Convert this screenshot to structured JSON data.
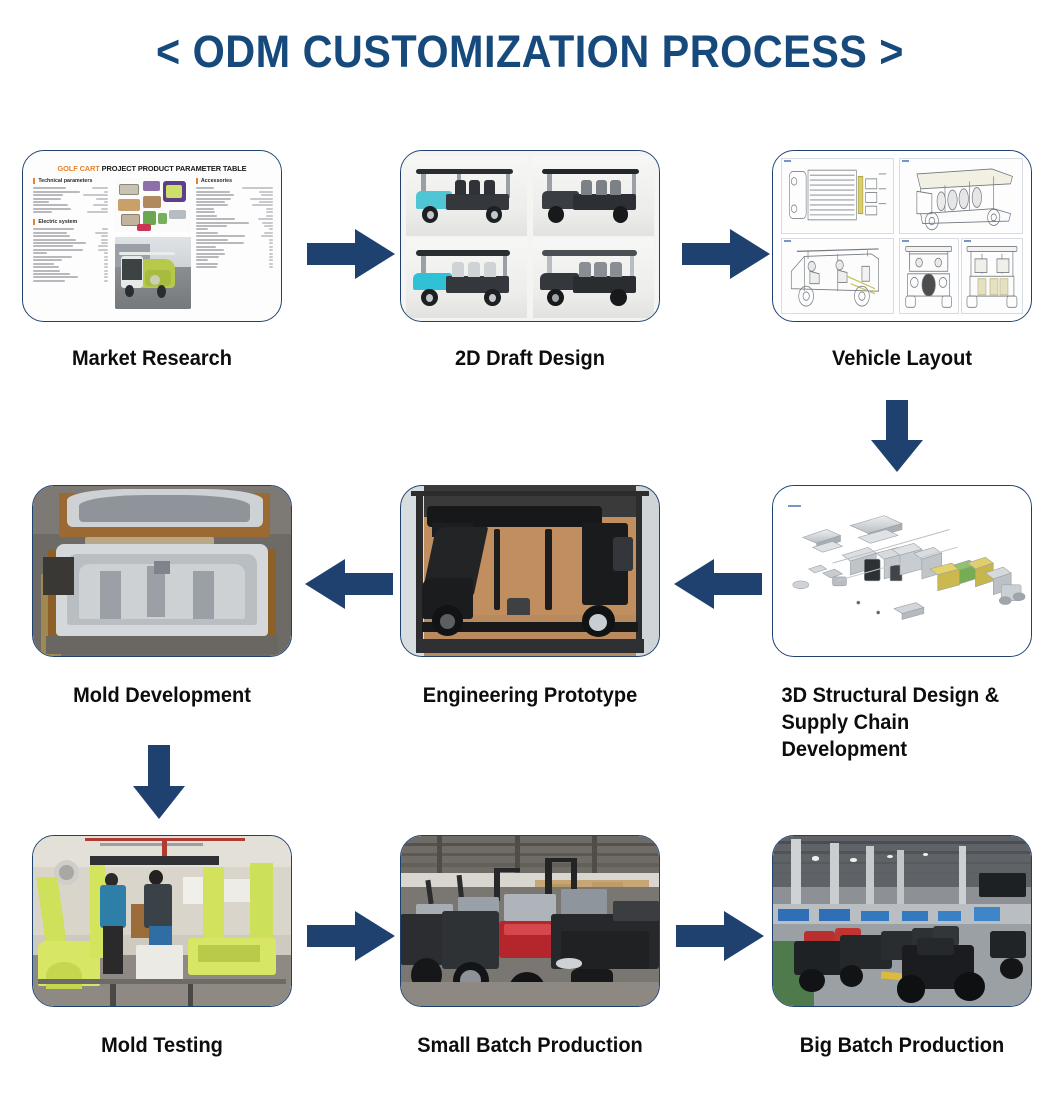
{
  "header": {
    "title": "< ODM CUSTOMIZATION PROCESS >",
    "title_color": "#174a7c"
  },
  "theme": {
    "arrow_color": "#1e4170",
    "card_border_color": "#1e4170",
    "label_color": "#0d0d0d",
    "accent_orange": "#e8832a"
  },
  "steps": [
    {
      "index": 1,
      "id": "market-research",
      "label": "Market Research",
      "image_description": "golf cart project product parameter table sheet"
    },
    {
      "index": 2,
      "id": "2d-draft-design",
      "label": "2D Draft Design",
      "image_description": "four rendered golf cart variants in a 2x2 grid"
    },
    {
      "index": 3,
      "id": "vehicle-layout",
      "label": "Vehicle Layout",
      "image_description": "CAD line drawings of vehicle top, side, front and rear views"
    },
    {
      "index": 4,
      "id": "3d-structural-design",
      "label": "3D Structural Design &\nSupply Chain Development",
      "image_description": "exploded 3D CAD assembly of all vehicle components"
    },
    {
      "index": 5,
      "id": "engineering-prototype",
      "label": "Engineering Prototype",
      "image_description": "black prototype vehicle frame inside a shipping container"
    },
    {
      "index": 6,
      "id": "mold-development",
      "label": "Mold Development",
      "image_description": "aluminum body moulds mounted on wooden frames"
    },
    {
      "index": 7,
      "id": "mold-testing",
      "label": "Mold Testing",
      "image_description": "workers assembling yellow-green fiberglass body panels"
    },
    {
      "index": 8,
      "id": "small-batch-production",
      "label": "Small Batch Production",
      "image_description": "warehouse rows of covered utility vehicles"
    },
    {
      "index": 9,
      "id": "big-batch-production",
      "label": "Big Batch Production",
      "image_description": "large factory floor filled with assembled ATVs"
    }
  ],
  "arrows": [
    {
      "id": "arrow-1-to-2",
      "direction": "right"
    },
    {
      "id": "arrow-2-to-3",
      "direction": "right"
    },
    {
      "id": "arrow-3-to-4",
      "direction": "down"
    },
    {
      "id": "arrow-4-to-5",
      "direction": "left"
    },
    {
      "id": "arrow-5-to-6",
      "direction": "left"
    },
    {
      "id": "arrow-6-to-7",
      "direction": "down"
    },
    {
      "id": "arrow-7-to-8",
      "direction": "right"
    },
    {
      "id": "arrow-8-to-9",
      "direction": "right"
    }
  ],
  "parameter_sheet": {
    "title_brand": "GOLF CART",
    "title_rest": " PROJECT PRODUCT PARAMETER TABLE",
    "sections": [
      {
        "heading": "Technical parameters",
        "row_count": 7
      },
      {
        "heading": "Electric system",
        "row_count": 18
      },
      {
        "heading": "Accessories",
        "row_count": 24
      }
    ]
  }
}
